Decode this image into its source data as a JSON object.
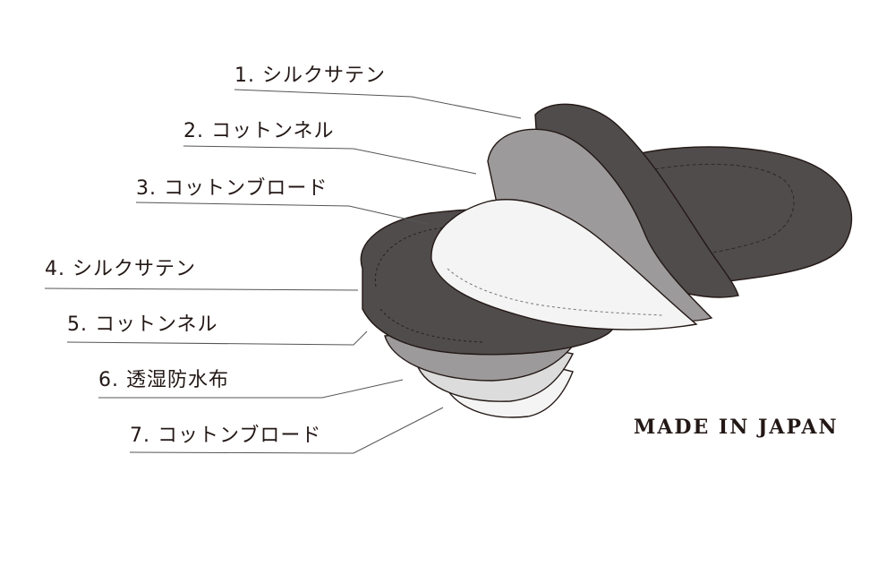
{
  "labels": [
    "1. シルクサテン",
    "2. コットンネル",
    "3. コットンブロード",
    "4. シルクサテン",
    "5. コットンネル",
    "6. 透湿防水布",
    "7. コットンブロード"
  ],
  "badge": "MADE IN JAPAN",
  "colors": {
    "outline": "#231815",
    "silk_dark": "#504c4c",
    "flannel_gray": "#9c9a9b",
    "broad_white": "#f4f4f4",
    "membrane_light": "#dcdcdc",
    "leader_line": "#555555"
  }
}
